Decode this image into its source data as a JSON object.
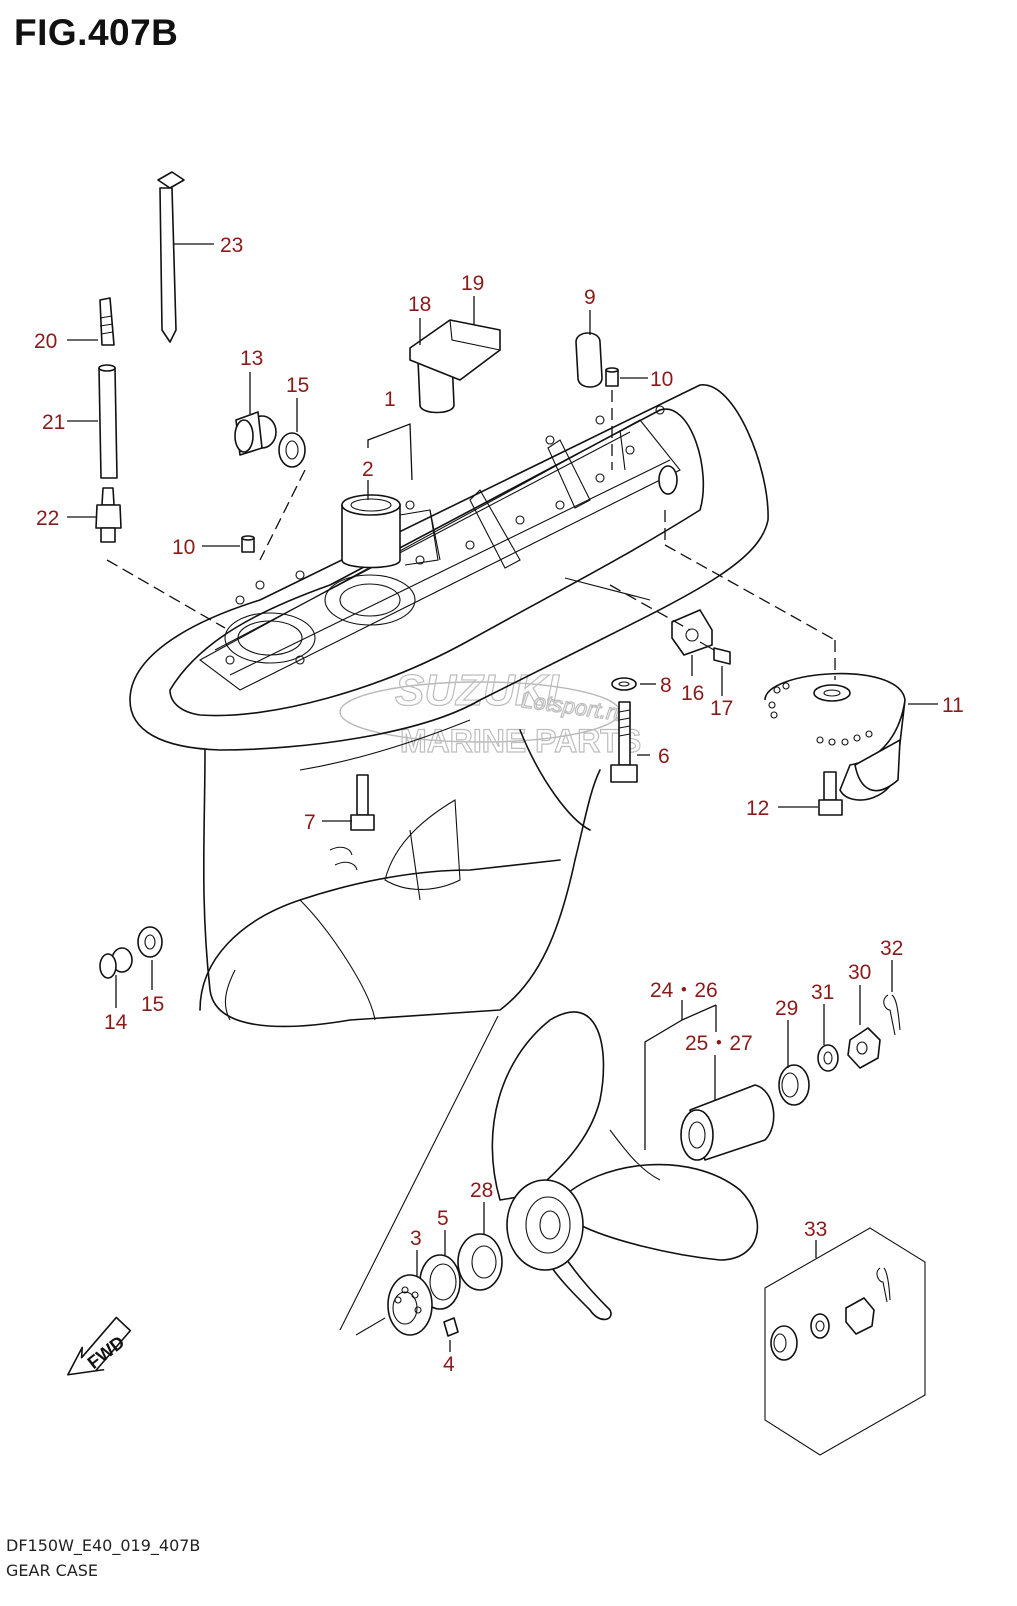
{
  "figure": {
    "title": "FIG.407B"
  },
  "footer": {
    "code": "DF150W_E40_019_407B",
    "caption": "GEAR CASE"
  },
  "watermark": {
    "brand": "SUZUKI",
    "line2": "MARINE PARTS",
    "script": "Lotsport.ru"
  },
  "fwd_label": "FWD",
  "callouts": {
    "c1": "1",
    "c2": "2",
    "c3": "3",
    "c4": "4",
    "c5": "5",
    "c6": "6",
    "c7": "7",
    "c8": "8",
    "c9": "9",
    "c10a": "10",
    "c10b": "10",
    "c11": "11",
    "c12": "12",
    "c13": "13",
    "c14": "14",
    "c15a": "15",
    "c15b": "15",
    "c16": "16",
    "c17": "17",
    "c18": "18",
    "c19": "19",
    "c20": "20",
    "c21": "21",
    "c22": "22",
    "c23": "23",
    "c24_26": "24・26",
    "c25_27": "25・27",
    "c28": "28",
    "c29": "29",
    "c30": "30",
    "c31": "31",
    "c32": "32",
    "c33": "33"
  },
  "colors": {
    "callout": "#8b1a1a",
    "line": "#111111",
    "background": "#ffffff"
  }
}
